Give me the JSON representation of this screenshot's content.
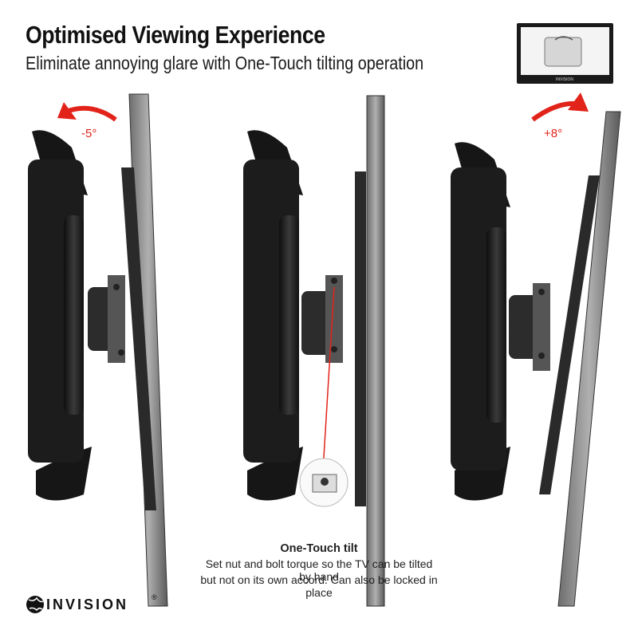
{
  "header": {
    "title": "Optimised Viewing Experience",
    "subtitle": "Eliminate annoying glare with One-Touch tilting operation"
  },
  "panels": [
    {
      "angle_label": "-5°"
    },
    {
      "angle_label": ""
    },
    {
      "angle_label": "+8°"
    }
  ],
  "caption": {
    "title": "One-Touch tilt",
    "line1": "Set nut and bolt torque so the TV  can be tilted by hand",
    "line2": "but not on its own accord. Can also be locked in place"
  },
  "brand": {
    "name": "INVISION",
    "registered": "®",
    "thumbnail_text": "INVISION"
  },
  "colors": {
    "accent_red": "#e2231a",
    "mount_black": "#1b1b1b",
    "panel_grey": "#8c8c8c"
  }
}
